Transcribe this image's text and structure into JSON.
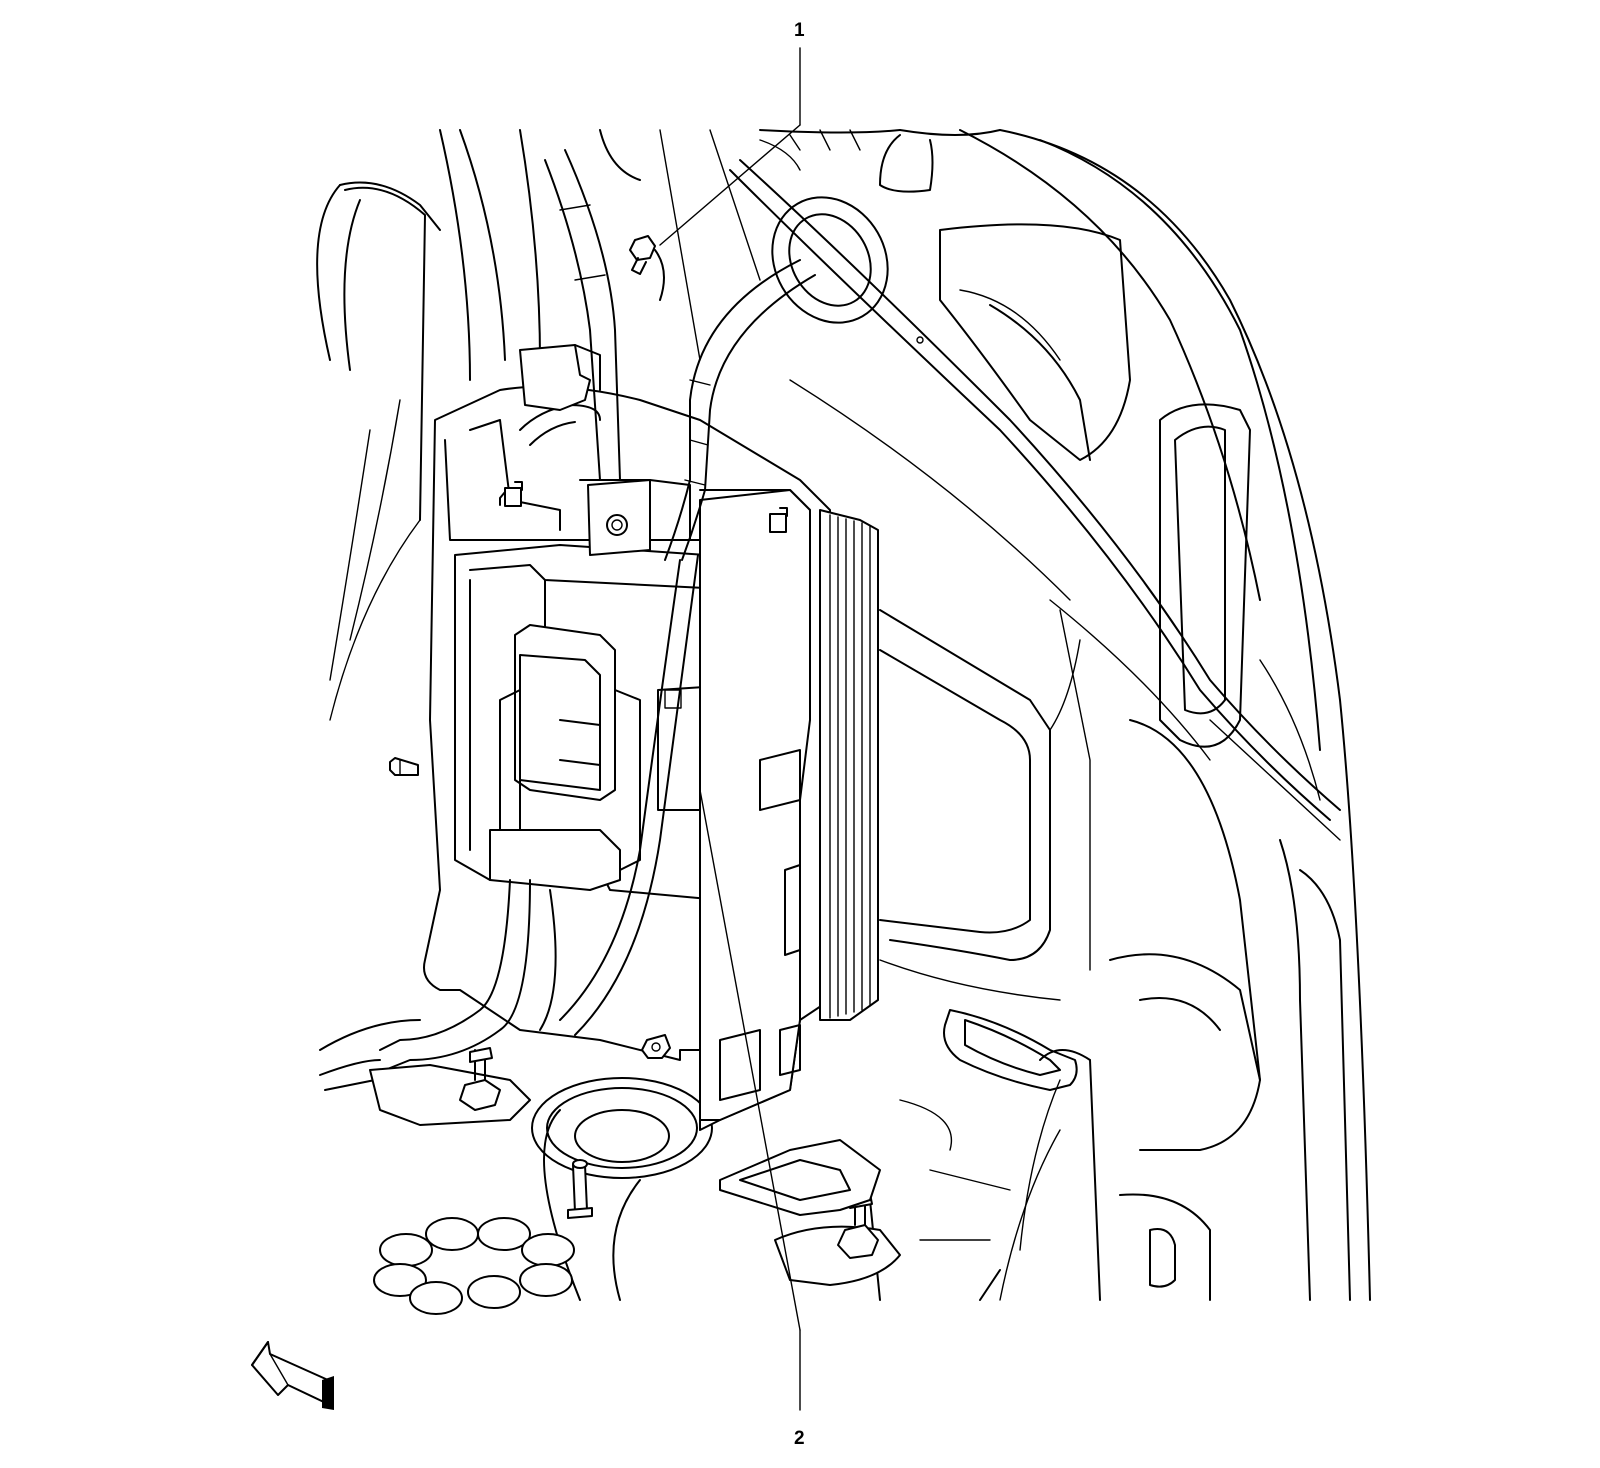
{
  "diagram": {
    "callouts": [
      {
        "id": "1",
        "label": "1"
      },
      {
        "id": "2",
        "label": "2"
      }
    ],
    "orientation_arrow": "front-of-vehicle-arrow-icon",
    "colors": {
      "stroke": "#000000",
      "background": "#ffffff"
    }
  }
}
